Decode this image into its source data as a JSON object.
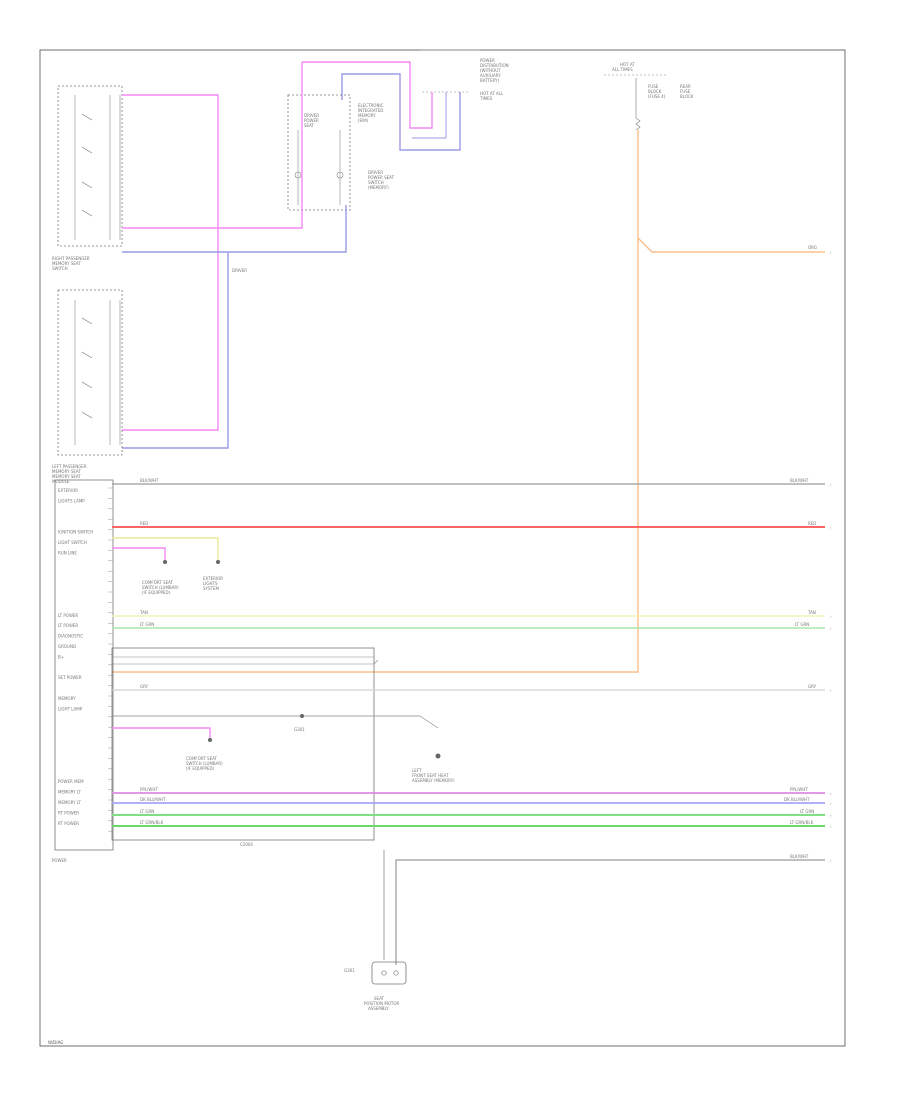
{
  "top_connector": {
    "title_lines": [
      "POWER",
      "DISTRIBUTION",
      "(WITHOUT",
      "AUXILIARY",
      "BATTERY)"
    ],
    "sub_lines": [
      "HOT AT ALL",
      "TIMES"
    ]
  },
  "hot_at_all_times": {
    "title_lines": [
      "HOT AT",
      "ALL TIMES"
    ],
    "fuse_lines": [
      "FUSE",
      "BLOCK",
      "(FUSE 4)"
    ],
    "right_lines": [
      "REAR",
      "FUSE",
      "BLOCK"
    ]
  },
  "center_module": {
    "label_lines": [
      "DRIVER",
      "POWER",
      "SEAT"
    ],
    "label2_lines": [
      "ELECTRONIC",
      "INTEGRATED",
      "MEMORY",
      "(EIM)"
    ],
    "label3_lines": [
      "DRIVER",
      "POWER SEAT",
      "SWITCH",
      "(MEMORY)"
    ]
  },
  "right_switch": {
    "title_lines": [
      "RIGHT PASSENGER",
      "MEMORY SEAT",
      "SWITCH"
    ]
  },
  "left_switch": {
    "title_lines": [
      "LEFT PASSENGER",
      "MEMORY SEAT",
      "SWITCH"
    ]
  },
  "memory_module": {
    "title_lines": [
      "MEMORY SEAT",
      "MODULE"
    ],
    "name": "POWER",
    "left_labels": [
      "EXTERIOR",
      "LIGHTS LAMP",
      "",
      "",
      "IGNITION SWITCH",
      "LIGHT SWITCH",
      "RUN LINE",
      "",
      "",
      "",
      "",
      "",
      "LT POWER",
      "LT POWER",
      "DIAGNOSTIC",
      "GROUND",
      "B+",
      "",
      "SET POWER",
      "",
      "MEMORY",
      "LIGHT LAMP",
      "",
      "",
      "",
      "",
      "",
      "",
      "POWER MEM",
      "MEMORY LT",
      "MEMORY LT",
      "RT POWER",
      "RT POWER"
    ]
  },
  "wires": [
    {
      "code": "BLK/WHT",
      "color": "#9a9a9a"
    },
    {
      "code": "RED",
      "color": "#ff6868"
    },
    {
      "code": "TAN",
      "color": "#f2f0b8"
    },
    {
      "code": "LT GRN",
      "color": "#a8e8a8"
    },
    {
      "code": "ORG",
      "color": "#f7c38a"
    },
    {
      "code": "GRY",
      "color": "#d0d0d0"
    },
    {
      "code": "PPL/WHT",
      "color": "#e08ae0"
    },
    {
      "code": "DK BLU/WHT",
      "color": "#a6a6f4"
    },
    {
      "code": "LT GRN",
      "color": "#7ee07e"
    },
    {
      "code": "LT GRN/BLK",
      "color": "#6ad86a"
    },
    {
      "code": "BLK/WHT",
      "color": "#9a9a9a"
    }
  ],
  "notes": {
    "comfort_seat_lines": [
      "COMFORT SEAT",
      "SWITCH (LUMBAR)",
      "(IF EQUIPPED)"
    ],
    "exterior_lines": [
      "EXTERIOR",
      "LIGHTS",
      "SYSTEM"
    ],
    "memory_note_lines": [
      "COMFORT SEAT",
      "SWITCH (LUMBAR)",
      "(IF EQUIPPED)"
    ],
    "left_front_lines": [
      "LEFT",
      "FRONT SEAT HEAT",
      "ASSEMBLY (MEMORY)"
    ],
    "seat_motor_lines": [
      "SEAT",
      "POSITION MOTOR",
      "ASSEMBLY"
    ],
    "ground_label": "G301",
    "ref_code": "C2004",
    "footer": "W/DIAG"
  },
  "colors": {
    "pink": "#f28af2",
    "blue": "#9a9ae8",
    "red": "#ff6464",
    "orange": "#f7c08a",
    "yellow": "#ede99a",
    "green": "#8ee08e"
  }
}
